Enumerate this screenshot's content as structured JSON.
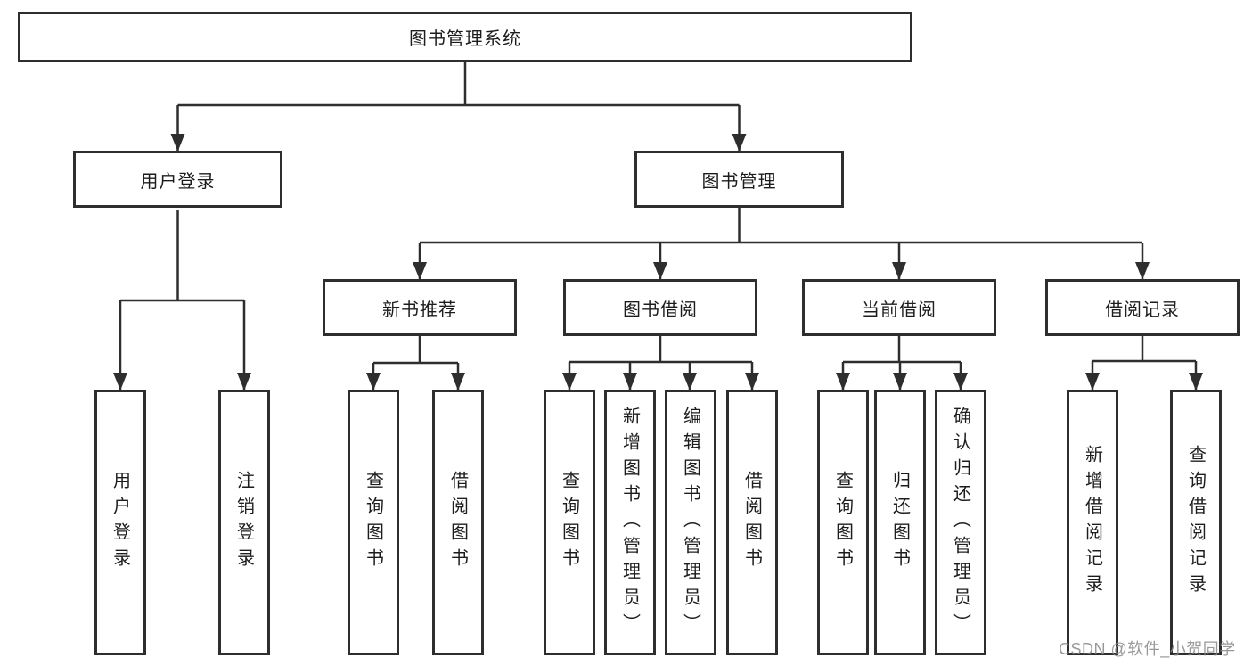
{
  "tree": {
    "root": {
      "label": "图书管理系统"
    },
    "branches": [
      {
        "label": "用户登录",
        "children": [
          {
            "label": "用户登录"
          },
          {
            "label": "注销登录"
          }
        ]
      },
      {
        "label": "图书管理",
        "groups": [
          {
            "label": "新书推荐",
            "children": [
              {
                "label": "查询图书"
              },
              {
                "label": "借阅图书"
              }
            ]
          },
          {
            "label": "图书借阅",
            "children": [
              {
                "label": "查询图书"
              },
              {
                "label": "新增图书（管理员）"
              },
              {
                "label": "编辑图书（管理员）"
              },
              {
                "label": "借阅图书"
              }
            ]
          },
          {
            "label": "当前借阅",
            "children": [
              {
                "label": "查询图书"
              },
              {
                "label": "归还图书"
              },
              {
                "label": "确认归还（管理员）"
              }
            ]
          },
          {
            "label": "借阅记录",
            "children": [
              {
                "label": "新增借阅记录"
              },
              {
                "label": "查询借阅记录"
              }
            ]
          }
        ]
      }
    ]
  },
  "watermark": {
    "text": "CSDN @软件_小贺同学"
  },
  "colors": {
    "line": "#2e2e2e",
    "box_border": "#2e2e2e",
    "text": "#1d1d1d",
    "background": "#ffffff",
    "watermark": "#878787"
  }
}
